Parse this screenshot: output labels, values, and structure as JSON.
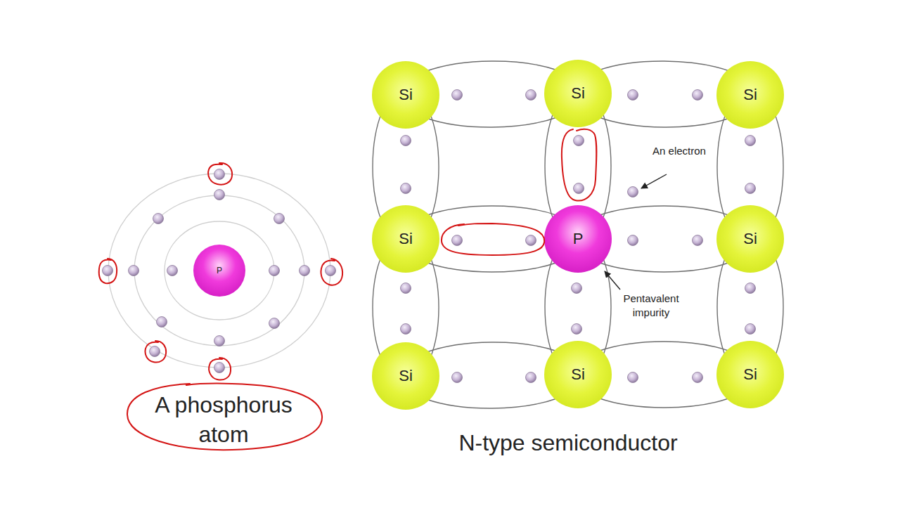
{
  "diagram": {
    "nodes": [
      {
        "text": [
          "P"
        ]
      },
      {
        "text": [
          "Si"
        ]
      },
      {
        "text": [
          "Si"
        ]
      },
      {
        "text": [
          "Si"
        ]
      },
      {
        "text": [
          "Si"
        ]
      },
      {
        "text": [
          "P"
        ]
      },
      {
        "text": [
          "Si"
        ]
      },
      {
        "text": [
          "Si"
        ]
      },
      {
        "text": [
          "Si"
        ]
      },
      {
        "text": [
          "Si"
        ]
      }
    ],
    "edges": [
      {
        "from": 1,
        "to": 2,
        "arrow": "none"
      },
      {
        "from": 2,
        "to": 3,
        "arrow": "none"
      },
      {
        "from": 4,
        "to": 5,
        "arrow": "none"
      },
      {
        "from": 5,
        "to": 6,
        "arrow": "none"
      },
      {
        "from": 7,
        "to": 8,
        "arrow": "none"
      },
      {
        "from": 8,
        "to": 9,
        "arrow": "none"
      },
      {
        "from": 1,
        "to": 4,
        "arrow": "none"
      },
      {
        "from": 4,
        "to": 7,
        "arrow": "none"
      },
      {
        "from": 2,
        "to": 5,
        "arrow": "none"
      },
      {
        "from": 5,
        "to": 8,
        "arrow": "none"
      },
      {
        "from": 3,
        "to": 6,
        "arrow": "none"
      },
      {
        "from": 6,
        "to": 9,
        "arrow": "none"
      }
    ],
    "labels": [
      "An electron",
      "Pentavalent impurity",
      "A phosphorus atom",
      "N-type semiconductor"
    ]
  }
}
